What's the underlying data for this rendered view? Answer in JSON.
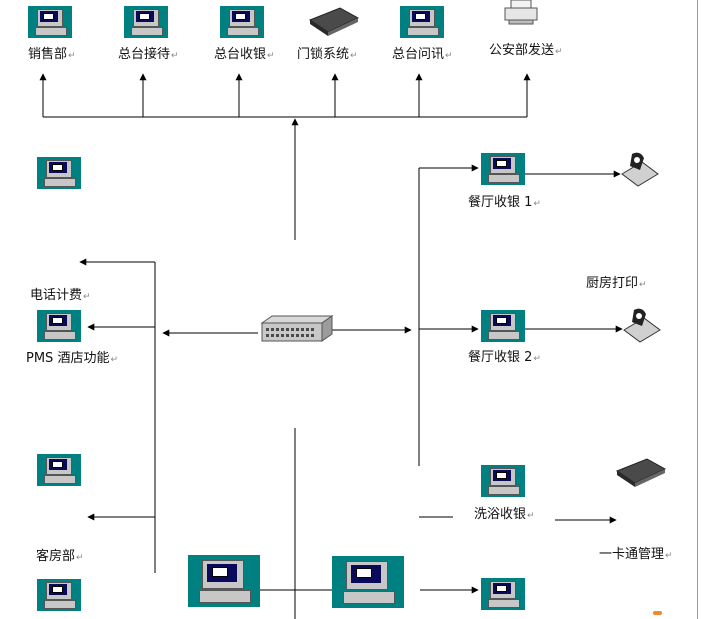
{
  "labels": {
    "sales": "销售部",
    "front_reception": "总台接待",
    "front_cashier": "总台收银",
    "door_lock": "门锁系统",
    "front_inquiry": "总台问讯",
    "police_upload": "公安部发送",
    "restaurant_cashier_1": "餐厅收银 1",
    "kitchen_print": "厨房打印",
    "phone_billing": "电话计费",
    "pms_hotel": "PMS 酒店功能",
    "restaurant_cashier_2": "餐厅收银 2",
    "bath_cashier": "洗浴收银",
    "one_card": "一卡通管理",
    "housekeeping": "客房部"
  },
  "paragraph_mark": "↵",
  "colors": {
    "monitor": "#008080",
    "line": "#000000"
  },
  "icons": [
    "computer-icon",
    "card-reader-icon",
    "printer-icon",
    "receipt-printer-icon",
    "network-switch-icon"
  ]
}
